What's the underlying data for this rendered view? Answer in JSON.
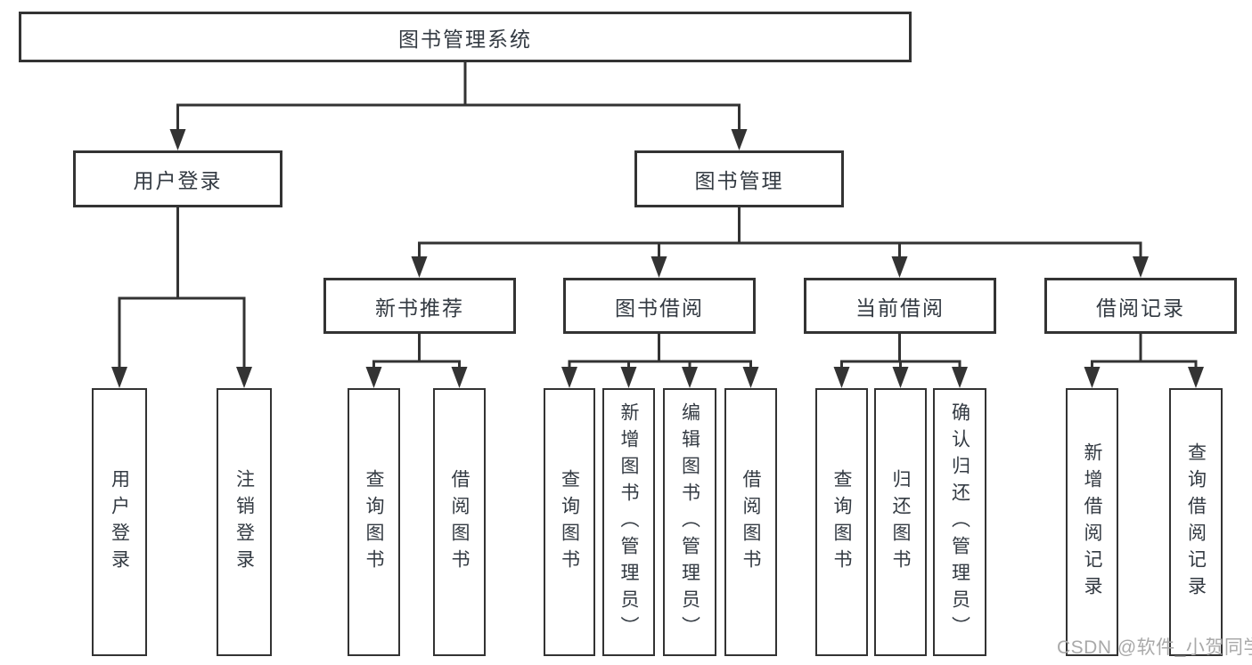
{
  "diagram": {
    "root": {
      "label": "图书管理系统"
    },
    "branches": [
      {
        "label": "用户登录",
        "children": [
          {
            "label": "用户登录"
          },
          {
            "label": "注销登录"
          }
        ]
      },
      {
        "label": "图书管理",
        "children": [
          {
            "label": "新书推荐",
            "children": [
              {
                "label": "查询图书"
              },
              {
                "label": "借阅图书"
              }
            ]
          },
          {
            "label": "图书借阅",
            "children": [
              {
                "label": "查询图书"
              },
              {
                "label": "新增图书（管理员）"
              },
              {
                "label": "编辑图书（管理员）"
              },
              {
                "label": "借阅图书"
              }
            ]
          },
          {
            "label": "当前借阅",
            "children": [
              {
                "label": "查询图书"
              },
              {
                "label": "归还图书"
              },
              {
                "label": "确认归还（管理员）"
              }
            ]
          },
          {
            "label": "借阅记录",
            "children": [
              {
                "label": "新增借阅记录"
              },
              {
                "label": "查询借阅记录"
              }
            ]
          }
        ]
      }
    ]
  },
  "watermark": {
    "text": "CSDN @软件_小贺同学"
  },
  "colors": {
    "line": "#333333",
    "text": "#333a42",
    "watermark": "#a9a9a9",
    "background": "#ffffff"
  }
}
